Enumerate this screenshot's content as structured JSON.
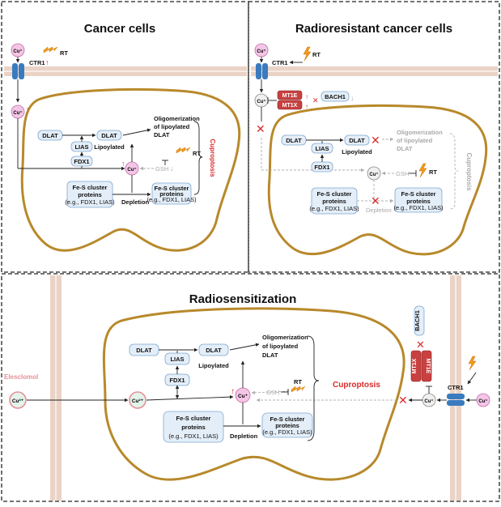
{
  "panels": {
    "cancer": {
      "title": "Cancer cells"
    },
    "radioresistant": {
      "title": "Radioresistant cancer cells"
    },
    "radiosensitization": {
      "title": "Radiosensitization"
    }
  },
  "labels": {
    "cu_plus": "Cu⁺",
    "cu_2plus": "Cu²⁺",
    "ctr1": "CTR1",
    "rt": "RT",
    "dlat": "DLAT",
    "lias": "LIAS",
    "fdx1": "FDX1",
    "lipoylated": "Lipoylated",
    "oligomerization_l1": "Oligomerization",
    "oligomerization_l2": "of lipoylated",
    "oligomerization_l3": "DLAT",
    "gsh": "GSH",
    "cuproptosis": "Cuproptosis",
    "fes_l1": "Fe-S cluster",
    "fes_l2": "proteins",
    "fes_l3": "(e.g., FDX1, LIAS)",
    "depletion": "Depletion",
    "mt1e": "MT1E",
    "mt1x": "MT1X",
    "bach1": "BACH1",
    "elesclomol": "Elesclomol"
  },
  "colors": {
    "cell_border": "#b8892b",
    "membrane": "#ead3c6",
    "transporter": "#3a7bbf",
    "copper": "#f4c6e6",
    "red_accent": "#d92b2b",
    "mt_protein": "#c94040",
    "lightning": "#f29a1a"
  },
  "icons": [
    "lightning-icon",
    "transporter-icon",
    "copper-ion-icon",
    "cross-icon",
    "up-arrow-icon",
    "down-arrow-icon"
  ]
}
